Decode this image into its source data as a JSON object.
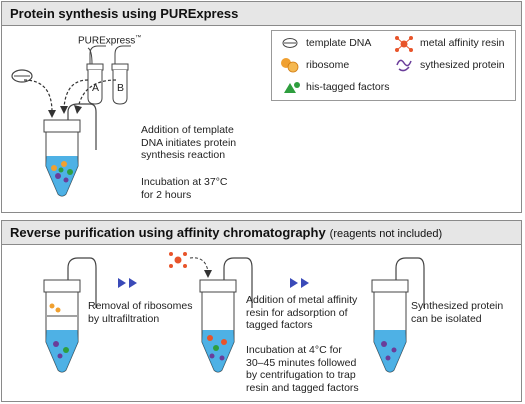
{
  "panel1": {
    "title": "Protein synthesis using PURExpress",
    "kit_label": "PURExpress",
    "kit_mark": "™",
    "tube_a": "A",
    "tube_b": "B",
    "step1": [
      "Addition of template",
      "DNA initiates protein",
      "synthesis reaction"
    ],
    "step2": [
      "Incubation at 37°C",
      "for 2 hours"
    ]
  },
  "legend": {
    "items": [
      "template DNA",
      "ribosome",
      "his-tagged factors",
      "metal affinity resin",
      "sythesized protein"
    ]
  },
  "panel2": {
    "title": "Reverse purification using affinity chromatography",
    "subtitle": "(reagents not included)",
    "step1": [
      "Removal of ribosomes",
      "by ultrafiltration"
    ],
    "step2": [
      "Addition of metal affinity",
      "resin for adsorption of",
      "tagged factors"
    ],
    "step3": [
      "Incubation at 4°C for",
      "30–45 minutes followed",
      "by centrifugation to trap",
      "resin and tagged factors"
    ],
    "step4": [
      "Synthesized protein",
      "can be isolated"
    ]
  },
  "colors": {
    "header_bg": "#e6e6e6",
    "liquid": "#2fa3e0",
    "ribosome": "#f0a030",
    "his_tag": "#2e9e3e",
    "resin": "#e8542a",
    "protein": "#6a3d9a",
    "arrow": "#3a4ab8"
  }
}
